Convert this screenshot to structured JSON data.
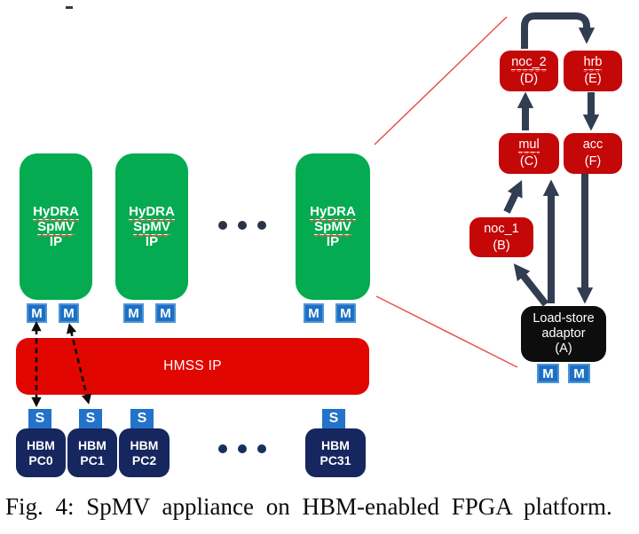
{
  "ports": {
    "m_label": "M",
    "s_label": "S"
  },
  "ip_blocks": [
    {
      "title_word1": "HyDRA",
      "title_word2": "SpMV",
      "title_word3": "IP"
    },
    {
      "title_word1": "HyDRA",
      "title_word2": "SpMV",
      "title_word3": "IP"
    },
    {
      "title_word1": "HyDRA",
      "title_word2": "SpMV",
      "title_word3": "IP"
    }
  ],
  "hmss": {
    "label": "HMSS IP"
  },
  "hbm_channels": [
    {
      "line1": "HBM",
      "line2": "PC0"
    },
    {
      "line1": "HBM",
      "line2": "PC1"
    },
    {
      "line1": "HBM",
      "line2": "PC2"
    },
    {
      "line1": "HBM",
      "line2": "PC31"
    }
  ],
  "detail_blocks": {
    "noc2": {
      "name": "noc_2",
      "tag": "(D)"
    },
    "hrb": {
      "name": "hrb",
      "tag": "(E)"
    },
    "mul": {
      "name": "mul",
      "tag": "(C)"
    },
    "acc": {
      "name": "acc",
      "tag": "(F)"
    },
    "noc1": {
      "name": "noc_1",
      "tag": "(B)"
    },
    "adaptor": {
      "line1": "Load-store",
      "line2": "adaptor",
      "line3": "(A)"
    }
  },
  "caption": "Fig. 4: SpMV appliance on HBM-enabled FPGA platform.",
  "colors": {
    "ip_green": "#04AB50",
    "hmss_red": "#E10600",
    "detail_red": "#C40707",
    "port_blue": "#1C70C4",
    "hbm_navy": "#16265E",
    "arrow_dark": "#313D50",
    "callout_red": "#E95050"
  }
}
